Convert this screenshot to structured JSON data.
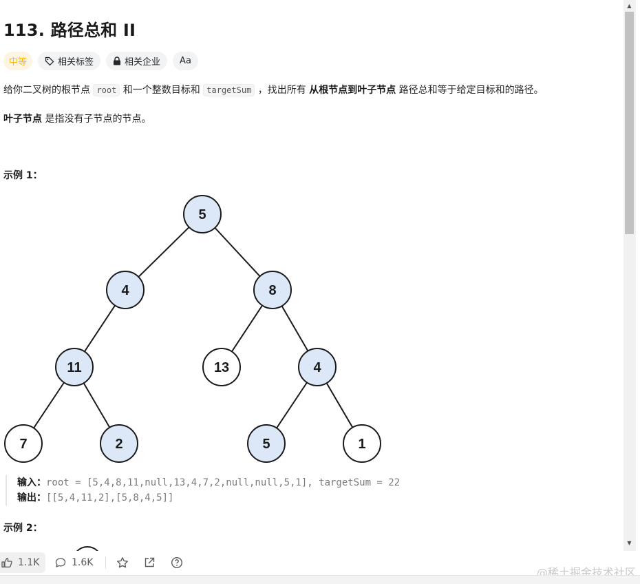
{
  "problem": {
    "title": "113. 路径总和 II",
    "tags": {
      "difficulty": "中等",
      "related_tags": "相关标签",
      "related_companies": "相关企业",
      "font_toggle": "Aa"
    },
    "desc1": {
      "p1": "给你二叉树的根节点 ",
      "c1": "root",
      "p2": " 和一个整数目标和 ",
      "c2": "targetSum",
      "p3": " ，找出所有 ",
      "b1": "从根节点到叶子节点",
      "p4": " 路径总和等于给定目标和的路径。"
    },
    "desc2": {
      "b1": "叶子节点",
      "p1": " 是指没有子节点的节点。"
    }
  },
  "example1": {
    "title": "示例 1：",
    "tree_nodes": [
      "5",
      "4",
      "8",
      "11",
      "13",
      "4",
      "7",
      "2",
      "5",
      "1"
    ],
    "input_label": "输入：",
    "input_value": "root = [5,4,8,11,null,13,4,7,2,null,null,5,1], targetSum = 22",
    "output_label": "输出：",
    "output_value": "[[5,4,11,2],[5,8,4,5]]"
  },
  "example2": {
    "title": "示例 2："
  },
  "toolbar": {
    "likes": "1.1K",
    "comments": "1.6K"
  },
  "watermark": "@稀土掘金技术社区",
  "colors": {
    "highlight_node": "#dce8f8",
    "difficulty": "#ffb800"
  }
}
